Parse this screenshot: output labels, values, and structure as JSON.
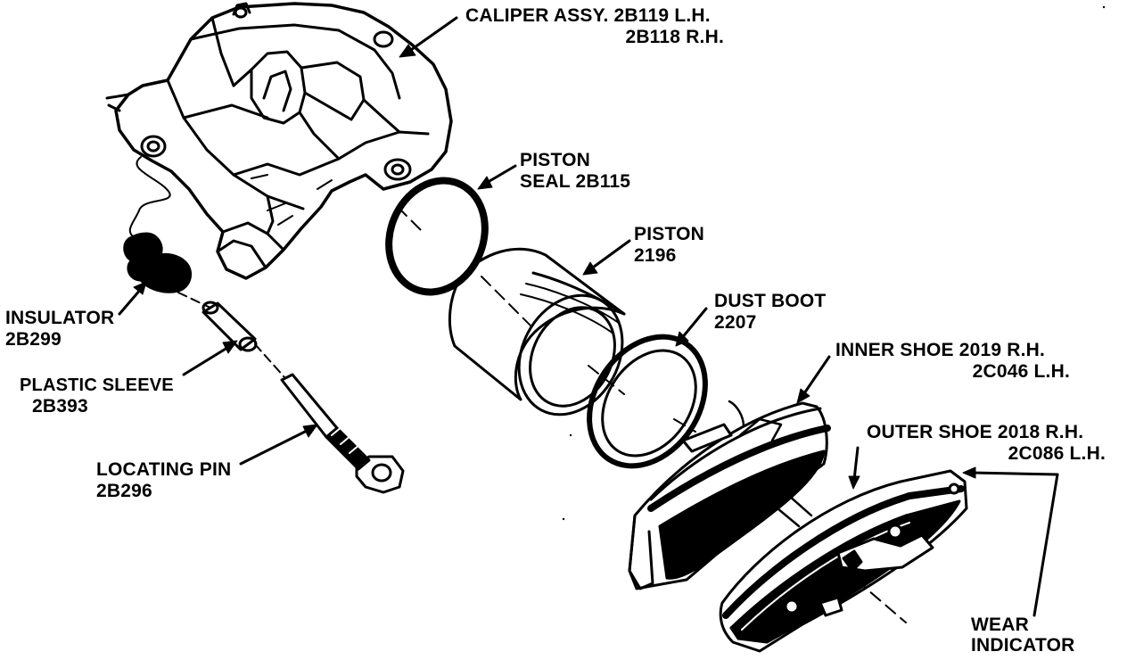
{
  "diagram": {
    "labels": {
      "caliper": {
        "line1": "CALIPER ASSY. 2B119 L.H.",
        "line2": "2B118 R.H."
      },
      "piston_seal": {
        "line1": "PISTON",
        "line2": "SEAL 2B115"
      },
      "piston": {
        "line1": "PISTON",
        "line2": "2196"
      },
      "dust_boot": {
        "line1": "DUST BOOT",
        "line2": "2207"
      },
      "inner_shoe": {
        "line1": "INNER SHOE 2019 R.H.",
        "line2": "2C046 L.H."
      },
      "outer_shoe": {
        "line1": "OUTER SHOE 2018 R.H.",
        "line2": "2C086 L.H."
      },
      "insulator": {
        "line1": "INSULATOR",
        "line2": "2B299"
      },
      "plastic_sleeve": {
        "line1": "PLASTIC SLEEVE",
        "line2": "2B393"
      },
      "locating_pin": {
        "line1": "LOCATING PIN",
        "line2": "2B296"
      },
      "wear_indicator": {
        "line1": "WEAR",
        "line2": "INDICATOR"
      }
    },
    "colors": {
      "ink": "#000000",
      "paper": "#ffffff"
    }
  }
}
